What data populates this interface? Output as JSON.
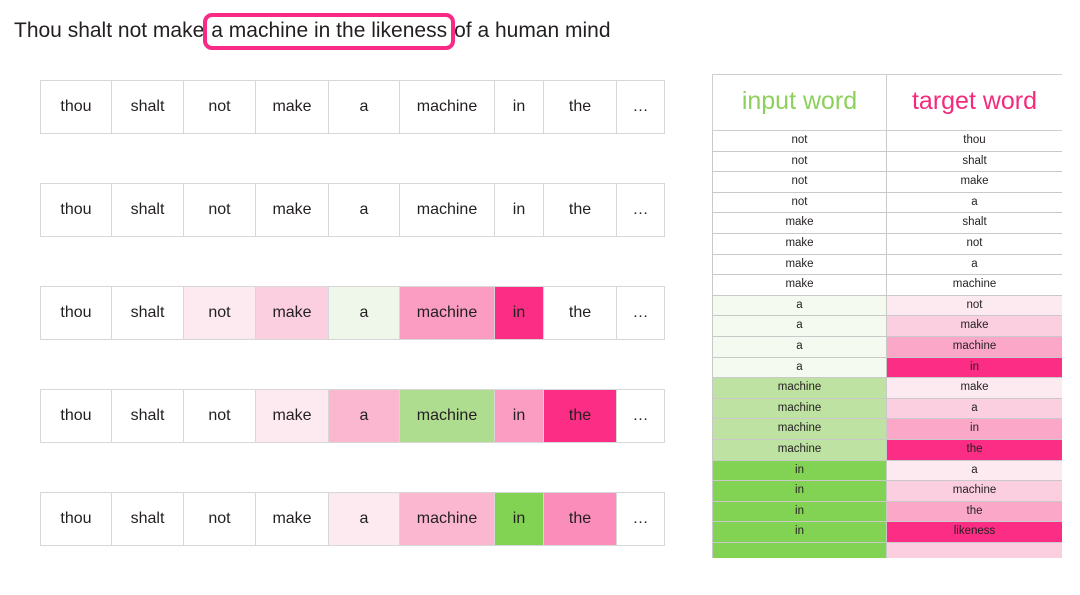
{
  "title": {
    "before": "Thou shalt not make",
    "highlighted": "a machine in the likeness",
    "after": "of a human mind"
  },
  "colors": {
    "accent_pink": "#f92a85",
    "hot_pink": "#fb2d84",
    "header_green": "#8ed05c",
    "header_pink": "#f32b7c",
    "bright_green": "#82d254",
    "mid_green": "#bde2a2",
    "pale_green": "#eff7ea",
    "faint_green": "#f6fbf3",
    "pink_1": "#fdeaf1",
    "pink_2": "#fbcfdf",
    "pink_3": "#fb9dc2",
    "pink_4": "#fb2d84",
    "white": "#ffffff"
  },
  "strips": [
    {
      "name": "strip-1",
      "cells": [
        {
          "text": "thou",
          "bg": "#ffffff"
        },
        {
          "text": "shalt",
          "bg": "#ffffff"
        },
        {
          "text": "not",
          "bg": "#ffffff"
        },
        {
          "text": "make",
          "bg": "#ffffff"
        },
        {
          "text": "a",
          "bg": "#ffffff"
        },
        {
          "text": "machine",
          "bg": "#ffffff"
        },
        {
          "text": "in",
          "bg": "#ffffff"
        },
        {
          "text": "the",
          "bg": "#ffffff"
        },
        {
          "text": "…",
          "bg": "#ffffff"
        }
      ]
    },
    {
      "name": "strip-2",
      "cells": [
        {
          "text": "thou",
          "bg": "#ffffff"
        },
        {
          "text": "shalt",
          "bg": "#ffffff"
        },
        {
          "text": "not",
          "bg": "#ffffff"
        },
        {
          "text": "make",
          "bg": "#ffffff"
        },
        {
          "text": "a",
          "bg": "#ffffff"
        },
        {
          "text": "machine",
          "bg": "#ffffff"
        },
        {
          "text": "in",
          "bg": "#ffffff"
        },
        {
          "text": "the",
          "bg": "#ffffff"
        },
        {
          "text": "…",
          "bg": "#ffffff"
        }
      ]
    },
    {
      "name": "strip-3",
      "cells": [
        {
          "text": "thou",
          "bg": "#ffffff"
        },
        {
          "text": "shalt",
          "bg": "#ffffff"
        },
        {
          "text": "not",
          "bg": "#fdeaf1"
        },
        {
          "text": "make",
          "bg": "#fbcfdf"
        },
        {
          "text": "a",
          "bg": "#eff7ea"
        },
        {
          "text": "machine",
          "bg": "#fb9dc2"
        },
        {
          "text": "in",
          "bg": "#fb2d84"
        },
        {
          "text": "the",
          "bg": "#ffffff"
        },
        {
          "text": "…",
          "bg": "#ffffff"
        }
      ]
    },
    {
      "name": "strip-4",
      "cells": [
        {
          "text": "thou",
          "bg": "#ffffff"
        },
        {
          "text": "shalt",
          "bg": "#ffffff"
        },
        {
          "text": "not",
          "bg": "#ffffff"
        },
        {
          "text": "make",
          "bg": "#fdeaf1"
        },
        {
          "text": "a",
          "bg": "#fbb7d0"
        },
        {
          "text": "machine",
          "bg": "#aedd90"
        },
        {
          "text": "in",
          "bg": "#fb9dc2"
        },
        {
          "text": "the",
          "bg": "#fb2d84"
        },
        {
          "text": "…",
          "bg": "#ffffff"
        }
      ]
    },
    {
      "name": "strip-5",
      "cells": [
        {
          "text": "thou",
          "bg": "#ffffff"
        },
        {
          "text": "shalt",
          "bg": "#ffffff"
        },
        {
          "text": "not",
          "bg": "#ffffff"
        },
        {
          "text": "make",
          "bg": "#ffffff"
        },
        {
          "text": "a",
          "bg": "#fdeaf1"
        },
        {
          "text": "machine",
          "bg": "#fbb7d0"
        },
        {
          "text": "in",
          "bg": "#82d254"
        },
        {
          "text": "the",
          "bg": "#fb8dba"
        },
        {
          "text": "…",
          "bg": "#ffffff"
        }
      ]
    }
  ],
  "pair_table": {
    "headers": {
      "input": "input word",
      "target": "target word"
    },
    "rows": [
      {
        "input": "not",
        "target": "thou",
        "input_bg": "#ffffff",
        "target_bg": "#ffffff"
      },
      {
        "input": "not",
        "target": "shalt",
        "input_bg": "#ffffff",
        "target_bg": "#ffffff"
      },
      {
        "input": "not",
        "target": "make",
        "input_bg": "#ffffff",
        "target_bg": "#ffffff"
      },
      {
        "input": "not",
        "target": "a",
        "input_bg": "#ffffff",
        "target_bg": "#ffffff"
      },
      {
        "input": "make",
        "target": "shalt",
        "input_bg": "#ffffff",
        "target_bg": "#ffffff"
      },
      {
        "input": "make",
        "target": "not",
        "input_bg": "#ffffff",
        "target_bg": "#ffffff"
      },
      {
        "input": "make",
        "target": "a",
        "input_bg": "#ffffff",
        "target_bg": "#ffffff"
      },
      {
        "input": "make",
        "target": "machine",
        "input_bg": "#ffffff",
        "target_bg": "#ffffff"
      },
      {
        "input": "a",
        "target": "not",
        "input_bg": "#f4faf0",
        "target_bg": "#fdeaf1"
      },
      {
        "input": "a",
        "target": "make",
        "input_bg": "#f4faf0",
        "target_bg": "#fbcfdf"
      },
      {
        "input": "a",
        "target": "machine",
        "input_bg": "#f4faf0",
        "target_bg": "#fba8c8"
      },
      {
        "input": "a",
        "target": "in",
        "input_bg": "#f4faf0",
        "target_bg": "#fb2d84"
      },
      {
        "input": "machine",
        "target": "make",
        "input_bg": "#bde2a2",
        "target_bg": "#fdeaf1"
      },
      {
        "input": "machine",
        "target": "a",
        "input_bg": "#bde2a2",
        "target_bg": "#fbcfdf"
      },
      {
        "input": "machine",
        "target": "in",
        "input_bg": "#bde2a2",
        "target_bg": "#fba8c8"
      },
      {
        "input": "machine",
        "target": "the",
        "input_bg": "#bde2a2",
        "target_bg": "#fb2d84"
      },
      {
        "input": "in",
        "target": "a",
        "input_bg": "#82d254",
        "target_bg": "#fdeaf1"
      },
      {
        "input": "in",
        "target": "machine",
        "input_bg": "#82d254",
        "target_bg": "#fbcfdf"
      },
      {
        "input": "in",
        "target": "the",
        "input_bg": "#82d254",
        "target_bg": "#fba8c8"
      },
      {
        "input": "in",
        "target": "likeness",
        "input_bg": "#82d254",
        "target_bg": "#fb2d84"
      },
      {
        "input": "",
        "target": "",
        "input_bg": "#82d254",
        "target_bg": "#fbcfdf"
      }
    ]
  }
}
